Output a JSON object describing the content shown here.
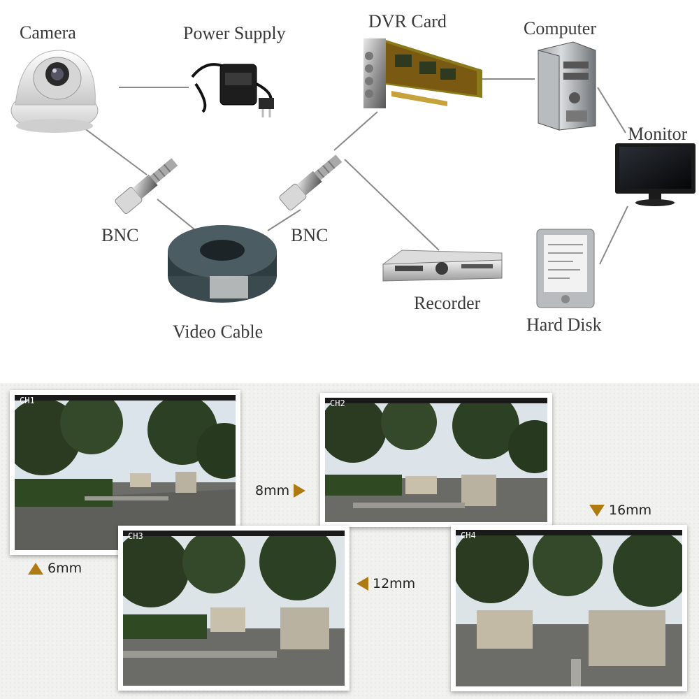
{
  "diagram": {
    "labels": {
      "camera": "Camera",
      "power_supply": "Power Supply",
      "dvr_card": "DVR Card",
      "computer": "Computer",
      "monitor": "Monitor",
      "bnc_left": "BNC",
      "bnc_right": "BNC",
      "video_cable": "Video Cable",
      "recorder": "Recorder",
      "hard_disk": "Hard Disk"
    }
  },
  "lens_comparison": {
    "channels": [
      {
        "channel": "CH1",
        "lens": "6mm"
      },
      {
        "channel": "CH2",
        "lens": "8mm"
      },
      {
        "channel": "CH3",
        "lens": "12mm"
      },
      {
        "channel": "CH4",
        "lens": "16mm"
      }
    ]
  },
  "colors": {
    "arrow": "#b07a12",
    "connector_line": "#8a8a8a"
  }
}
